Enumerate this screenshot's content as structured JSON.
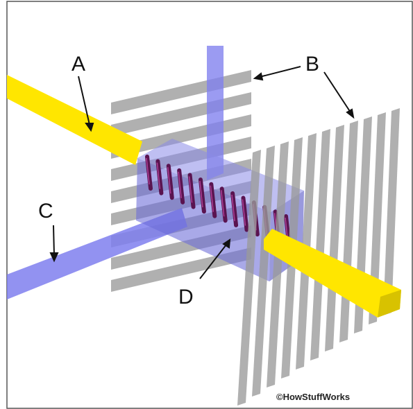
{
  "labels": {
    "a": "A",
    "b": "B",
    "c": "C",
    "d": "D"
  },
  "credit": "©HowStuffWorks",
  "colors": {
    "yellow_beam": "#ffe600",
    "yellow_edge": "#d8c200",
    "blue_beam": "#7f7fee",
    "gray_bars": "#9a9a9a",
    "box": "#6a6ad8",
    "rods": "#5a1450",
    "rod_highlight": "#c24aa8",
    "frame": "#555555"
  }
}
